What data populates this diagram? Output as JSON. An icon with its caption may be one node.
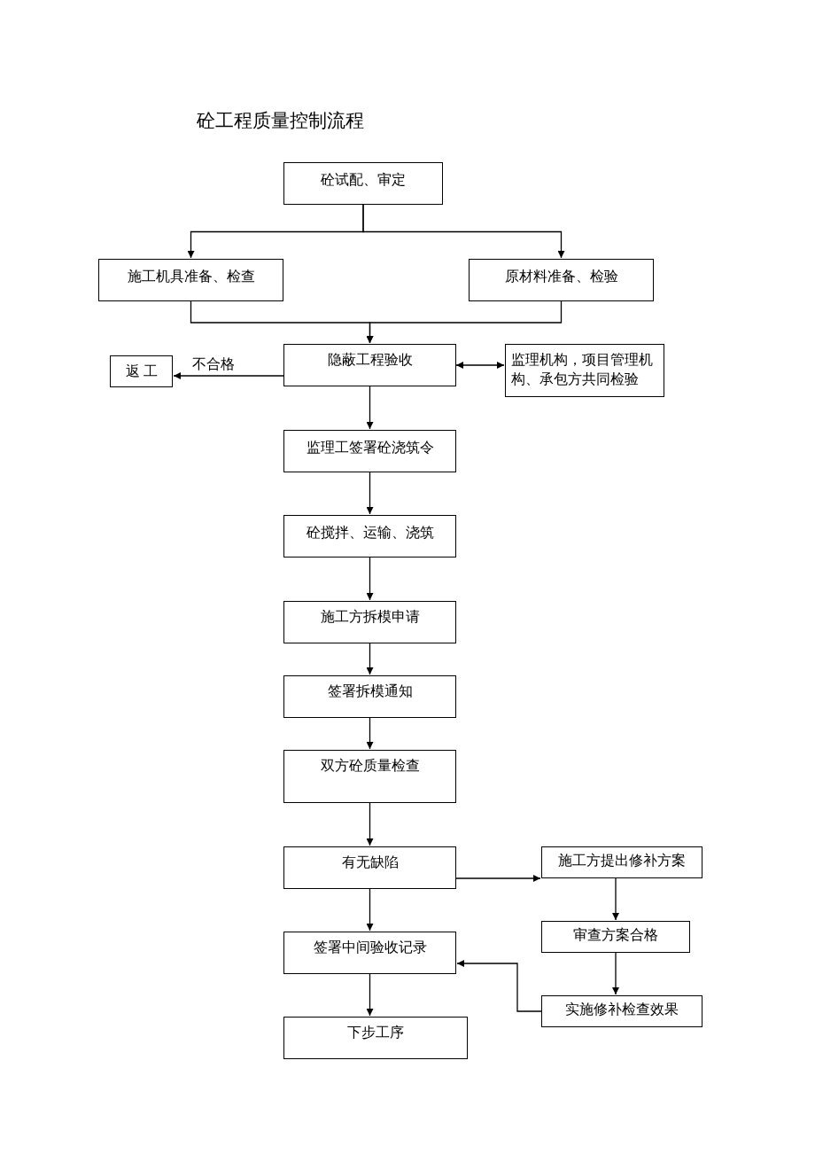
{
  "diagram": {
    "title": "砼工程质量控制流程",
    "nodes": [
      {
        "text": [
          "砼试配、审定"
        ]
      },
      {
        "text": [
          "施工机具准备、检查"
        ]
      },
      {
        "text": [
          "原材料准备、检验"
        ]
      },
      {
        "text": [
          "隐蔽工程验收"
        ]
      },
      {
        "text": [
          "返 工"
        ]
      },
      {
        "text": [
          "监理机构，项目管理机构、承包方共同检验"
        ]
      },
      {
        "text": [
          "监理工签署砼浇筑令"
        ]
      },
      {
        "text": [
          "砼搅拌、运输、浇筑"
        ]
      },
      {
        "text": [
          "施工方拆模申请"
        ]
      },
      {
        "text": [
          "签署拆模通知"
        ]
      },
      {
        "text": [
          "双方砼质量检查"
        ]
      },
      {
        "text": [
          "有无缺陷"
        ]
      },
      {
        "text": [
          "施工方提出修补方案"
        ]
      },
      {
        "text": [
          "审查方案合格"
        ]
      },
      {
        "text": [
          "实施修补检查效果"
        ]
      },
      {
        "text": [
          "签署中间验收记录"
        ]
      },
      {
        "text": [
          "下步工序"
        ]
      }
    ],
    "edges": [
      {
        "from": 0,
        "to": 1,
        "arrow": "to"
      },
      {
        "from": 0,
        "to": 2,
        "arrow": "to"
      },
      {
        "from": 1,
        "to": 3,
        "arrow": "to"
      },
      {
        "from": 2,
        "to": 3,
        "arrow": "to"
      },
      {
        "from": 3,
        "to": 4,
        "arrow": "to",
        "label": "不合格"
      },
      {
        "from": 3,
        "to": 5,
        "arrow": "both"
      },
      {
        "from": 3,
        "to": 6,
        "arrow": "to"
      },
      {
        "from": 6,
        "to": 7,
        "arrow": "to"
      },
      {
        "from": 7,
        "to": 8,
        "arrow": "to"
      },
      {
        "from": 8,
        "to": 9,
        "arrow": "to"
      },
      {
        "from": 9,
        "to": 10,
        "arrow": "to"
      },
      {
        "from": 10,
        "to": 11,
        "arrow": "to"
      },
      {
        "from": 11,
        "to": 12,
        "arrow": "to"
      },
      {
        "from": 12,
        "to": 13,
        "arrow": "to"
      },
      {
        "from": 13,
        "to": 14,
        "arrow": "to"
      },
      {
        "from": 14,
        "to": 15,
        "arrow": "to"
      },
      {
        "from": 11,
        "to": 15,
        "arrow": "to"
      },
      {
        "from": 15,
        "to": 16,
        "arrow": "to"
      }
    ]
  }
}
